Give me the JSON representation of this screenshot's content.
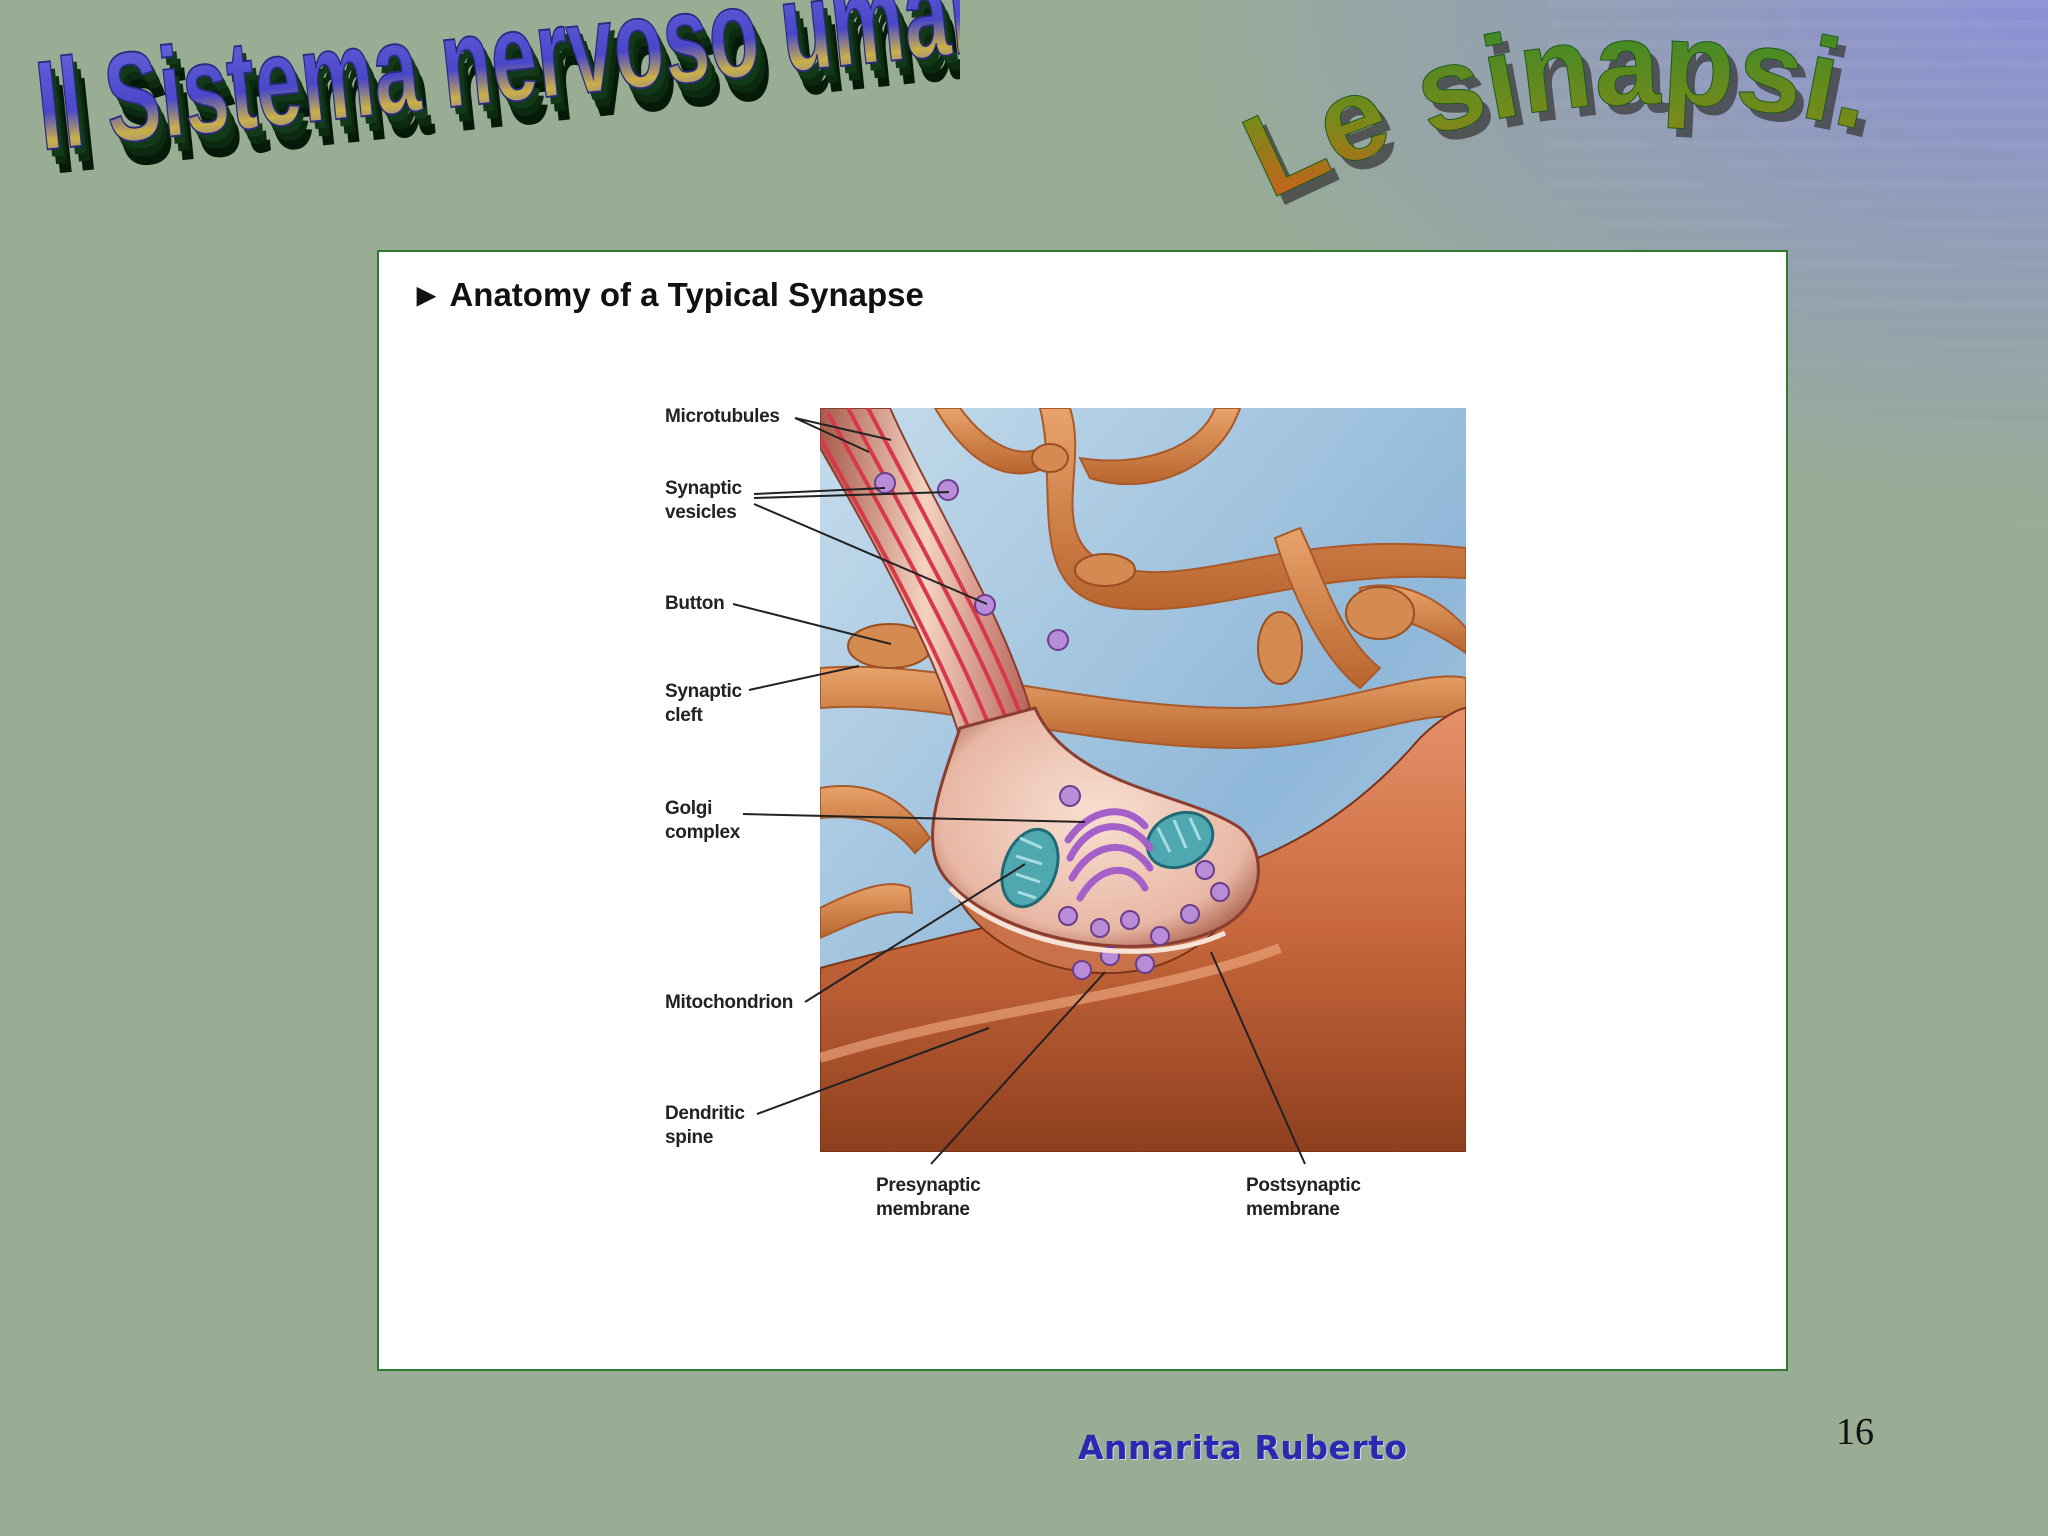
{
  "slide": {
    "title_left": "Il Sistema nervoso umano",
    "title_right": "Le sinapsi.",
    "author": "Annarita Ruberto",
    "page_number": "16"
  },
  "figure": {
    "heading": "Anatomy of a Typical Synapse",
    "labels": {
      "microtubules": "Microtubules",
      "synaptic_vesicles": "Synaptic\nvesicles",
      "button": "Button",
      "synaptic_cleft": "Synaptic\ncleft",
      "golgi_complex": "Golgi\ncomplex",
      "mitochondrion": "Mitochondrion",
      "dendritic_spine": "Dendritic\nspine",
      "presynaptic_membrane": "Presynaptic\nmembrane",
      "postsynaptic_membrane": "Postsynaptic\nmembrane"
    }
  },
  "colors": {
    "background": "#99ad95",
    "title_left_fill": "#5a58d0",
    "title_left_extrude": "#0c2a10",
    "figure_border": "#2f7a2f",
    "author_text": "#2a2ab0"
  }
}
